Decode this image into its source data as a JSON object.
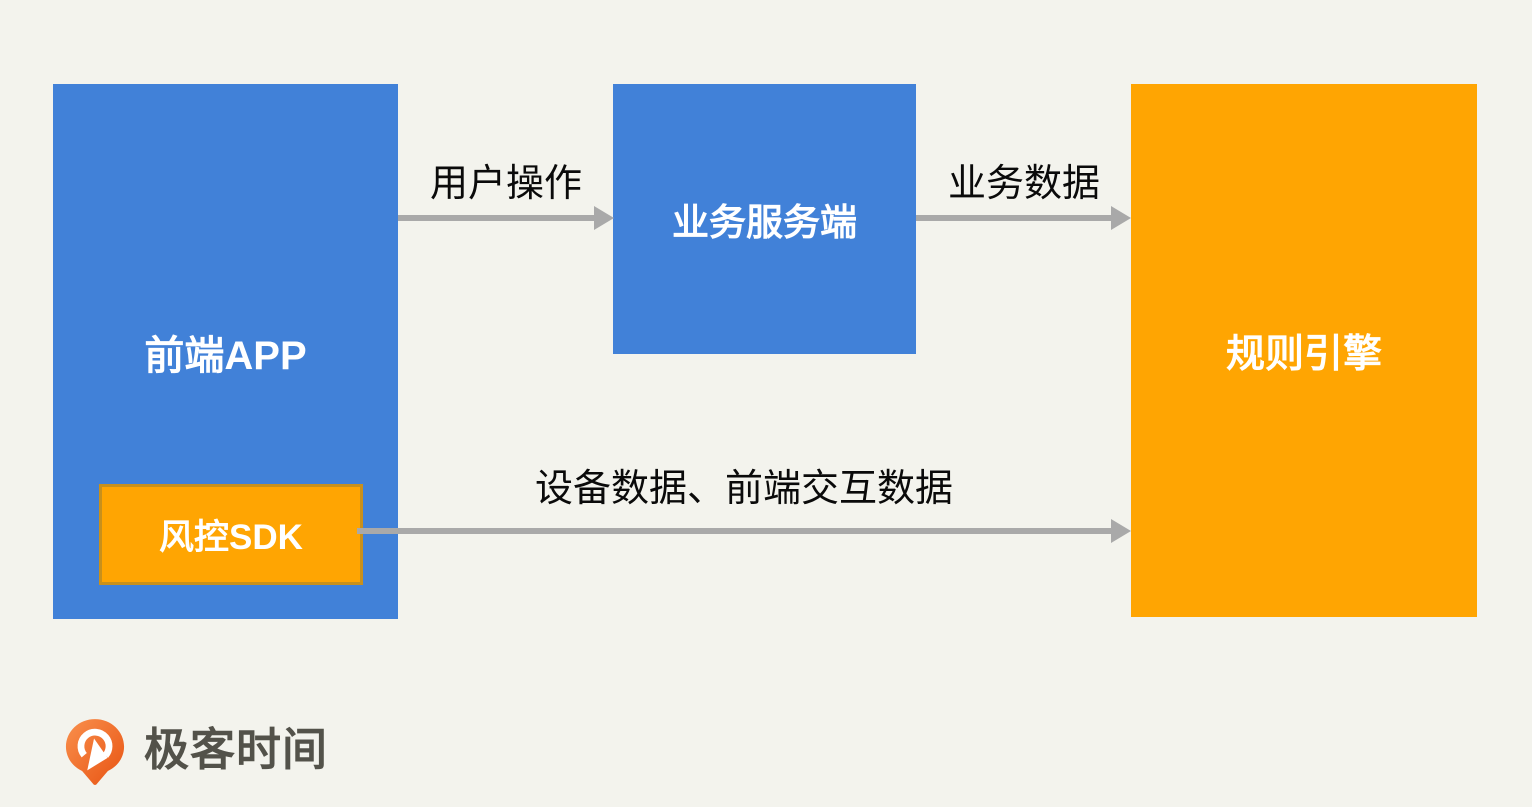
{
  "diagram": {
    "title": "risk-control-architecture-flow",
    "background_color": "#F3F3ED",
    "nodes": [
      {
        "id": "frontend-app",
        "label": "前端APP",
        "fill": "#4181D8",
        "text_color": "#FFFFFF"
      },
      {
        "id": "risk-sdk",
        "label": "风控SDK",
        "fill": "#FFA502",
        "border_color": "#C8901C",
        "text_color": "#FFFFFF",
        "parent": "frontend-app"
      },
      {
        "id": "business-server",
        "label": "业务服务端",
        "fill": "#4181D8",
        "text_color": "#FFFFFF"
      },
      {
        "id": "rule-engine",
        "label": "规则引擎",
        "fill": "#FFA502",
        "text_color": "#FFFFFF"
      }
    ],
    "edges": [
      {
        "from": "frontend-app",
        "to": "business-server",
        "label": "用户操作"
      },
      {
        "from": "business-server",
        "to": "rule-engine",
        "label": "业务数据"
      },
      {
        "from": "risk-sdk",
        "to": "rule-engine",
        "label": "设备数据、前端交互数据"
      }
    ],
    "edge_color": "#A9A9A9",
    "edge_label_color": "#0A0A0A"
  },
  "footer": {
    "logo_text": "极客时间",
    "logo_text_color": "#53524A",
    "logo_icon": "geektime-pin-arrow-icon",
    "logo_gradient": [
      "#F9904D",
      "#E85312"
    ]
  }
}
